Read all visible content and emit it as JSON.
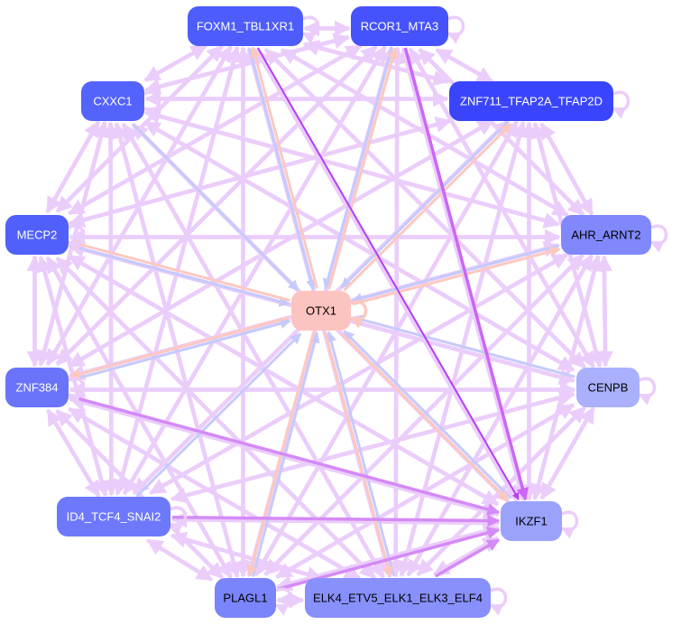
{
  "nodes": [
    {
      "id": "FOXM1_TBL1XR1",
      "label": "FOXM1_TBL1XR1",
      "fill": "#4d5cfb",
      "text": "#ffffff"
    },
    {
      "id": "RCOR1_MTA3",
      "label": "RCOR1_MTA3",
      "fill": "#4652fc",
      "text": "#ffffff"
    },
    {
      "id": "ZNF711_TFAP2A_TFAP2D",
      "label": "ZNF711_TFAP2A_TFAP2D",
      "fill": "#3a45fb",
      "text": "#ffffff"
    },
    {
      "id": "CXXC1",
      "label": "CXXC1",
      "fill": "#5463fb",
      "text": "#ffffff"
    },
    {
      "id": "MECP2",
      "label": "MECP2",
      "fill": "#5260fb",
      "text": "#ffffff"
    },
    {
      "id": "AHR_ARNT2",
      "label": "AHR_ARNT2",
      "fill": "#8088fb",
      "text": "#000000"
    },
    {
      "id": "OTX1",
      "label": "OTX1",
      "fill": "#fcc4c0",
      "text": "#000000"
    },
    {
      "id": "ZNF384",
      "label": "ZNF384",
      "fill": "#6a74fb",
      "text": "#ffffff"
    },
    {
      "id": "CENPB",
      "label": "CENPB",
      "fill": "#aab0fb",
      "text": "#000000"
    },
    {
      "id": "ID4_TCF4_SNAI2",
      "label": "ID4_TCF4_SNAI2",
      "fill": "#6d78fb",
      "text": "#ffffff"
    },
    {
      "id": "IKZF1",
      "label": "IKZF1",
      "fill": "#9aa2fb",
      "text": "#000000"
    },
    {
      "id": "PLAGL1",
      "label": "PLAGL1",
      "fill": "#7a84fb",
      "text": "#000000"
    },
    {
      "id": "ELK4_ETV5_ELK1_ELK3_ELF4",
      "label": "ELK4_ETV5_ELK1_ELK3_ELF4",
      "fill": "#8890fb",
      "text": "#000000"
    }
  ],
  "edge_colors": {
    "default": "#ebcdfb",
    "to_otx1": "#c6cafb",
    "from_otx1": "#fcc8c0",
    "strong": "#b43ef2",
    "medium": "#cc66f6",
    "mild": "#d58af6"
  },
  "highlight_edges": [
    {
      "source": "FOXM1_TBL1XR1",
      "target": "IKZF1",
      "kind": "strong"
    },
    {
      "source": "RCOR1_MTA3",
      "target": "IKZF1",
      "kind": "medium"
    },
    {
      "source": "ZNF384",
      "target": "IKZF1",
      "kind": "mild"
    },
    {
      "source": "ID4_TCF4_SNAI2",
      "target": "IKZF1",
      "kind": "mild"
    },
    {
      "source": "PLAGL1",
      "target": "IKZF1",
      "kind": "mild"
    },
    {
      "source": "ELK4_ETV5_ELK1_ELK3_ELF4",
      "target": "IKZF1",
      "kind": "mild"
    }
  ],
  "otx1_out": [
    "FOXM1_TBL1XR1",
    "RCOR1_MTA3",
    "ZNF711_TFAP2A_TFAP2D",
    "MECP2",
    "ZNF384",
    "AHR_ARNT2",
    "IKZF1",
    "PLAGL1",
    "ELK4_ETV5_ELK1_ELK3_ELF4"
  ],
  "otx1_in": [
    "FOXM1_TBL1XR1",
    "RCOR1_MTA3",
    "ZNF711_TFAP2A_TFAP2D",
    "CXXC1",
    "MECP2",
    "AHR_ARNT2",
    "CENPB",
    "ID4_TCF4_SNAI2",
    "PLAGL1",
    "ELK4_ETV5_ELK1_ELK3_ELF4",
    "ZNF384",
    "IKZF1"
  ]
}
